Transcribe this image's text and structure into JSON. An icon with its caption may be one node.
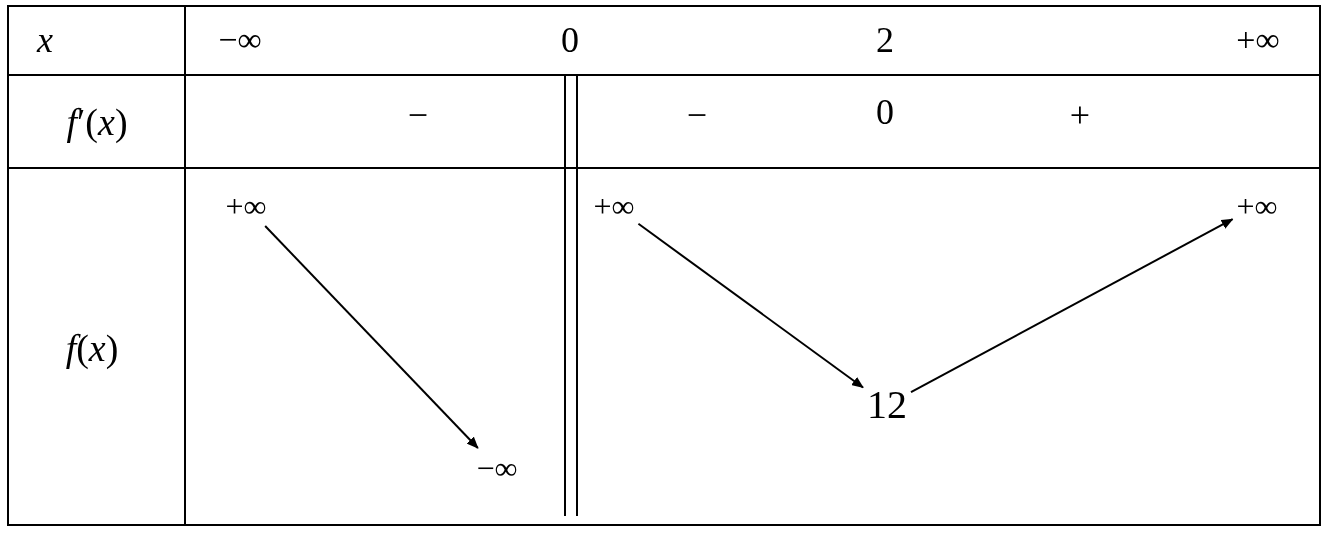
{
  "diagram": {
    "nodes": [
      {
        "text": [
          "+∞"
        ]
      },
      {
        "text": [
          "−∞"
        ]
      },
      {
        "text": [
          "+∞"
        ]
      },
      {
        "text": [
          "12"
        ]
      },
      {
        "text": [
          "+∞"
        ]
      }
    ],
    "edges": [
      {
        "from": 0,
        "to": 1,
        "arrow": "to"
      },
      {
        "from": 2,
        "to": 3,
        "arrow": "to"
      },
      {
        "from": 3,
        "to": 4,
        "arrow": "to"
      }
    ],
    "labels": [
      "x",
      "−∞",
      "0",
      "2",
      "+∞",
      "*f*′(*x*)",
      "−",
      "−",
      "0",
      "+",
      "*f*(*x*)"
    ]
  }
}
